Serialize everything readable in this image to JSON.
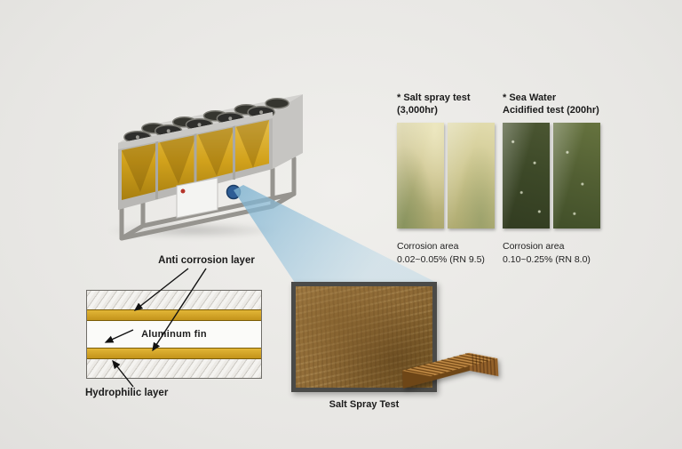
{
  "colors": {
    "bg": "#e9e8e5",
    "gold": "#e2b637",
    "goldDark": "#c3931a",
    "beam": "#a9cfe3",
    "panelBorder": "#4a4a48",
    "saltBrown": "#8d6935",
    "seaGreen": "#3d4928",
    "text": "#1b1b1b"
  },
  "layer_diagram": {
    "anti_corrosion_label": "Anti corrosion layer",
    "aluminum_fin_label": "Aluminum fin",
    "hydrophilic_label": "Hydrophilic layer"
  },
  "salt_spray": {
    "caption": "Salt Spray Test"
  },
  "tests": [
    {
      "title_line1": "* Salt spray test",
      "title_line2": "(3,000hr)",
      "caption_line1": "Corrosion area",
      "caption_line2": "0.02~0.05% (RN 9.5)"
    },
    {
      "title_line1": "* Sea Water",
      "title_line2": "Acidified test (200hr)",
      "caption_line1": "Corrosion area",
      "caption_line2": "0.10~0.25% (RN 8.0)"
    }
  ]
}
